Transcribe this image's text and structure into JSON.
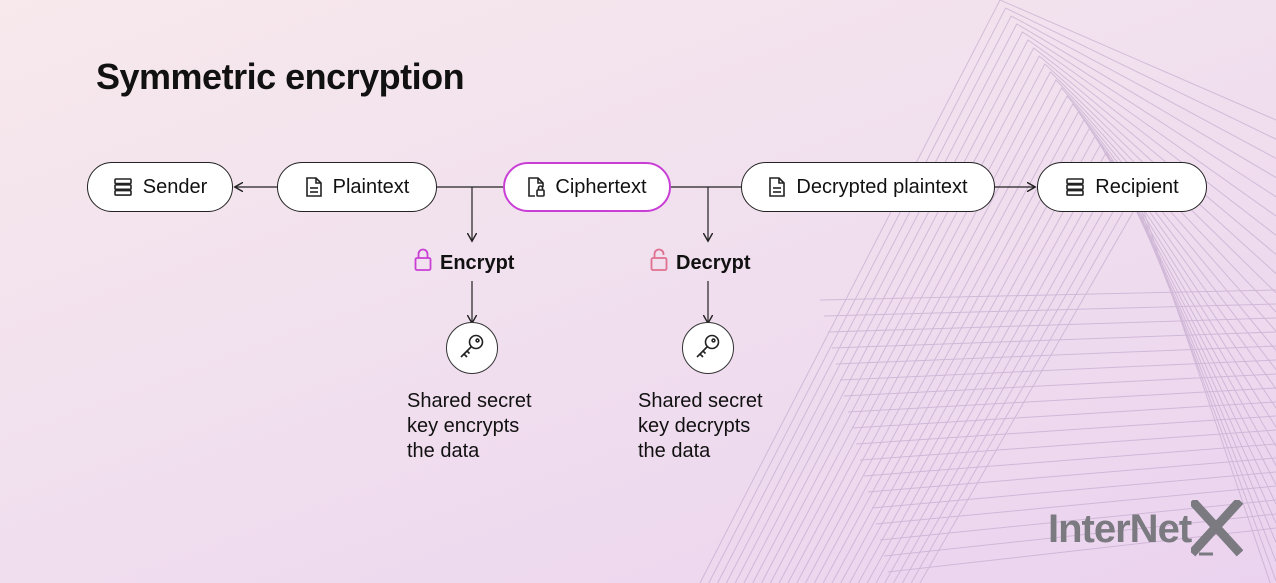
{
  "title": "Symmetric encryption",
  "nodes": {
    "sender": "Sender",
    "plaintext": "Plaintext",
    "ciphertext": "Ciphertext",
    "decrypted": "Decrypted plaintext",
    "recipient": "Recipient"
  },
  "steps": {
    "encrypt": {
      "label": "Encrypt",
      "description_lines": [
        "Shared secret",
        "key encrypts",
        "the data"
      ]
    },
    "decrypt": {
      "label": "Decrypt",
      "description_lines": [
        "Shared secret",
        "key decrypts",
        "the data"
      ]
    }
  },
  "logo": {
    "text": "InterNet",
    "mark": "X"
  },
  "colors": {
    "accent": "#c93fd6",
    "encrypt_lock": "#c93fd6",
    "decrypt_lock": "#e0708f",
    "logo": "#7a7a80"
  },
  "icons": {
    "sender": "server-icon",
    "plaintext": "document-icon",
    "ciphertext": "locked-document-icon",
    "decrypted": "document-icon",
    "recipient": "server-icon",
    "encrypt": "lock-closed-icon",
    "decrypt": "lock-open-icon",
    "key": "key-icon"
  }
}
